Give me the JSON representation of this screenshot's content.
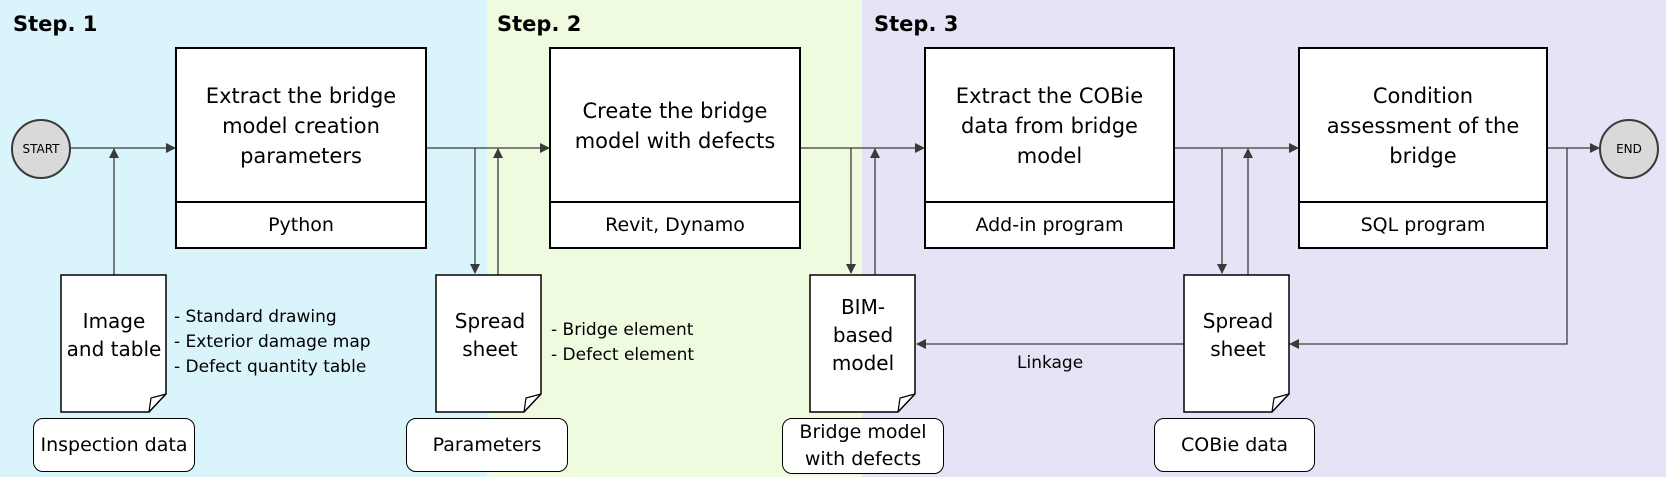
{
  "colors": {
    "step1": "#d9f4fb",
    "step2": "#eefbdf",
    "step3": "#e8e2f6",
    "circle": "#d9d9d9"
  },
  "steps": [
    {
      "label": "Step. 1"
    },
    {
      "label": "Step. 2"
    },
    {
      "label": "Step. 3"
    }
  ],
  "terminals": {
    "start": "START",
    "end": "END"
  },
  "processes": [
    {
      "title": "Extract the bridge model creation parameters",
      "tool": "Python"
    },
    {
      "title": "Create the bridge model with defects",
      "tool": "Revit, Dynamo"
    },
    {
      "title": "Extract the COBie data from bridge model",
      "tool": "Add-in program"
    },
    {
      "title": "Condition assessment of the bridge",
      "tool": "SQL program"
    }
  ],
  "documents": [
    {
      "text": "Image and table",
      "tag": "Inspection data",
      "bullets": [
        "- Standard drawing",
        "- Exterior damage map",
        "- Defect quantity table"
      ]
    },
    {
      "text": "Spread sheet",
      "tag": "Parameters",
      "bullets": [
        "- Bridge element",
        "- Defect element"
      ]
    },
    {
      "text": "BIM-based model",
      "tag": "Bridge model with defects"
    },
    {
      "text": "Spread sheet",
      "tag": "COBie data"
    }
  ],
  "linkage": "Linkage"
}
